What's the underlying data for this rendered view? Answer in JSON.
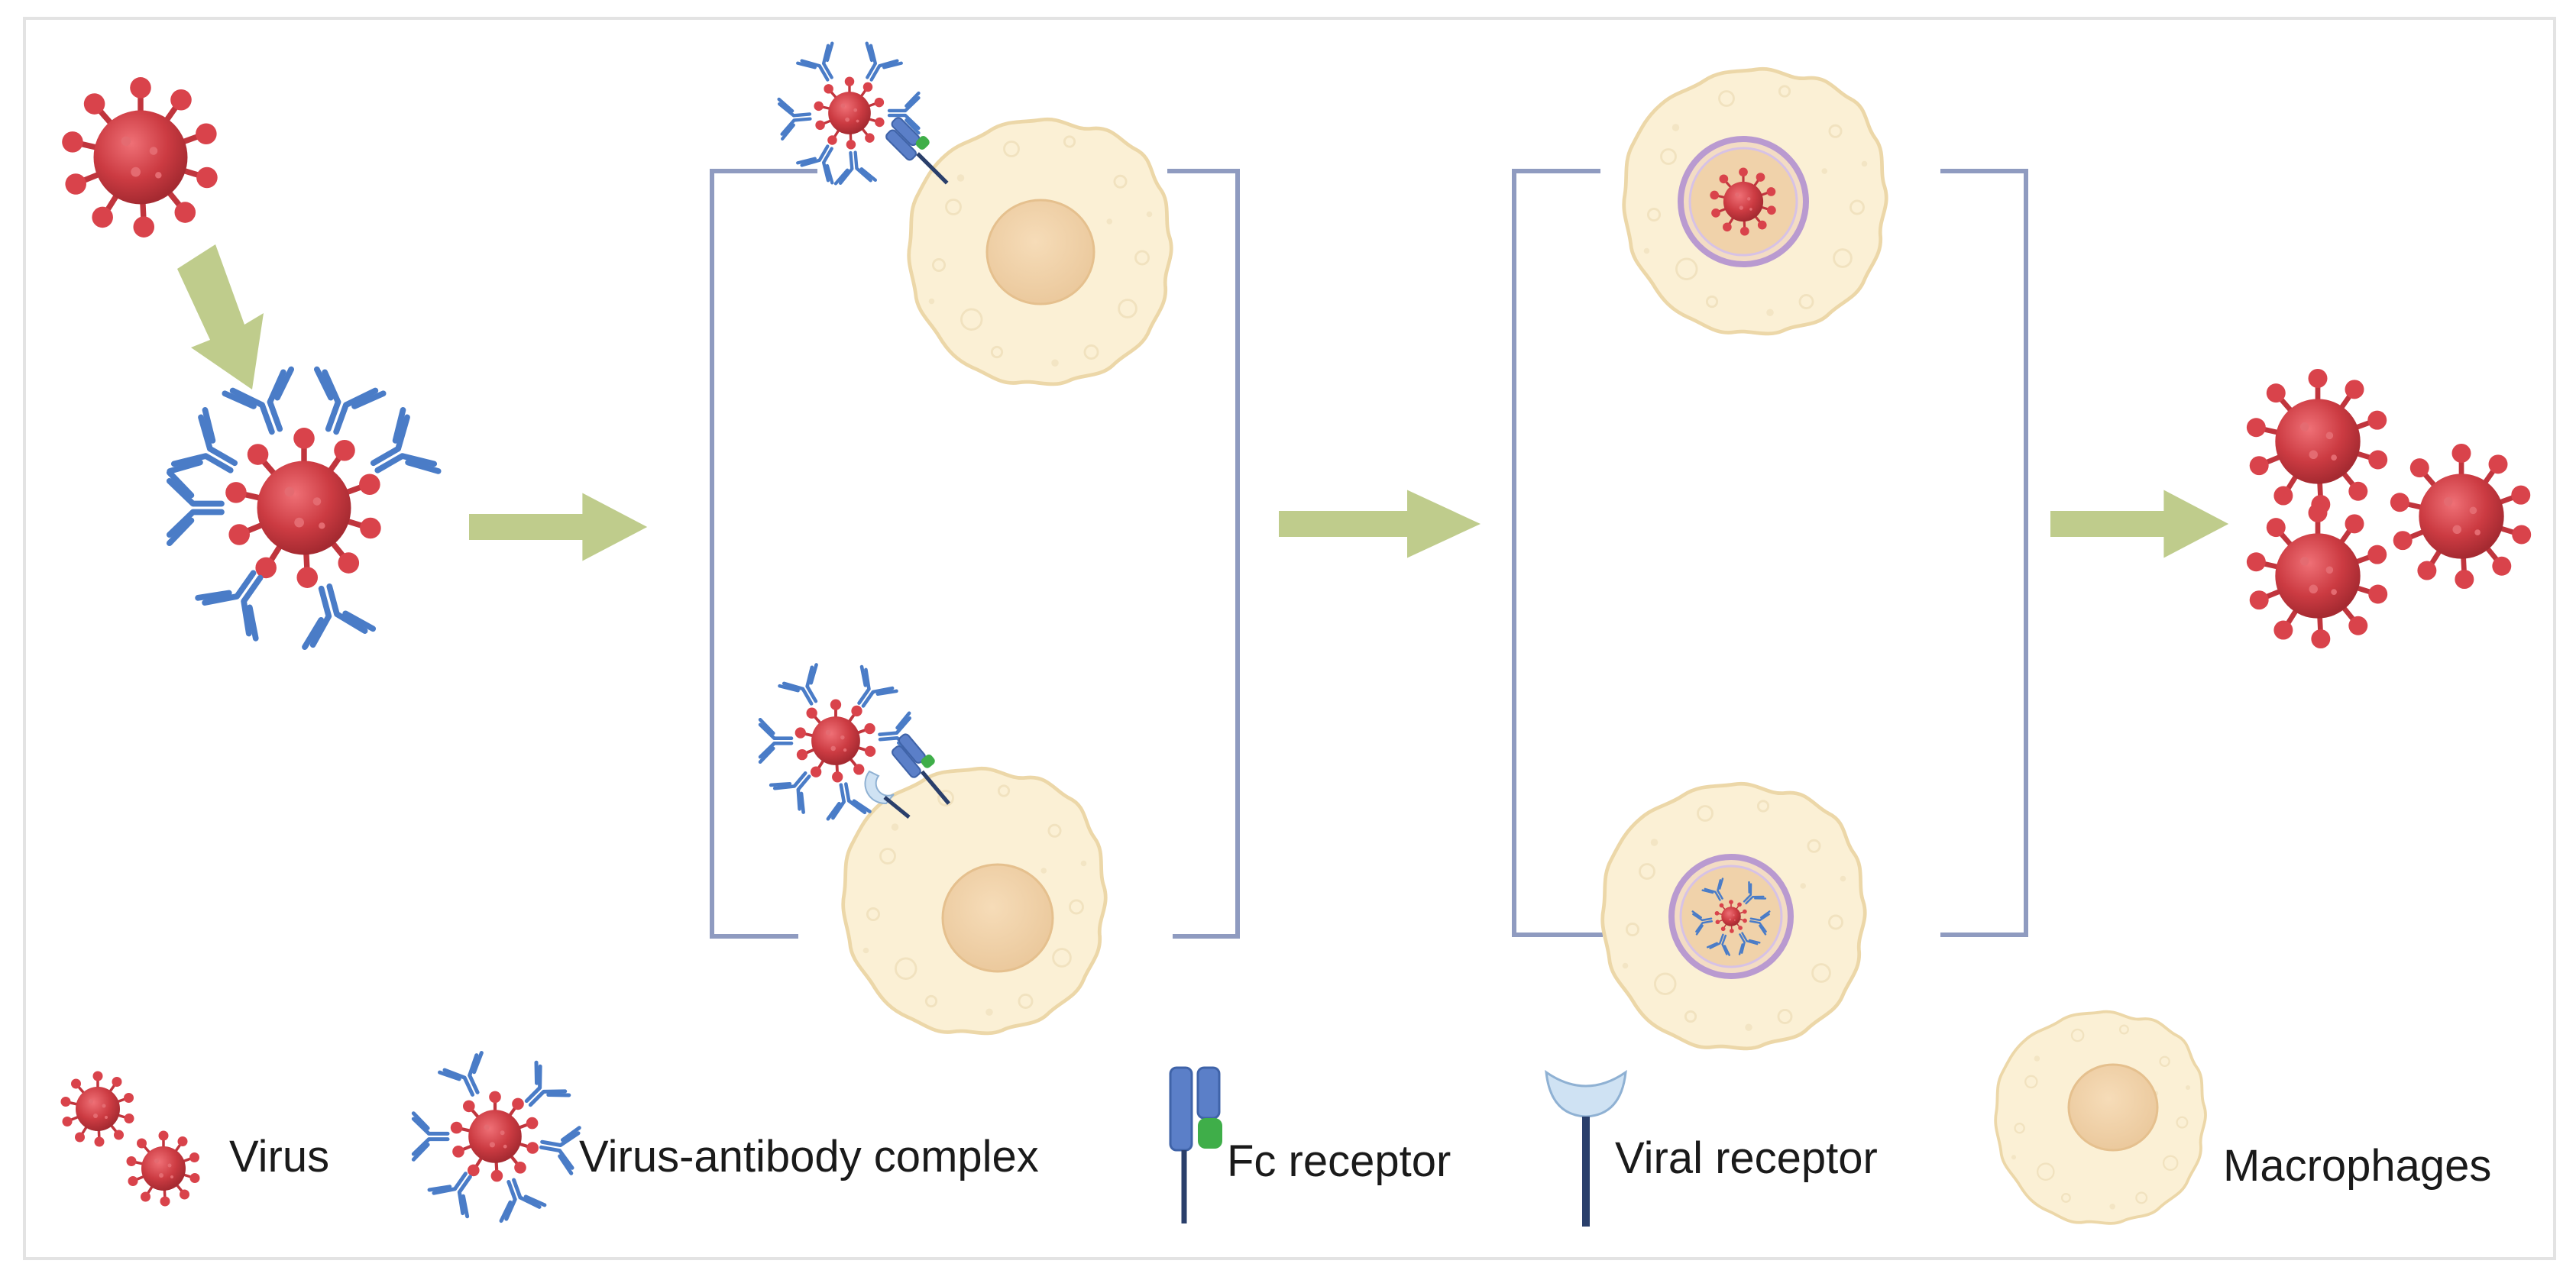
{
  "legend": {
    "virus_label": "Virus",
    "complex_label": "Virus-antibody complex",
    "fc_receptor_label": "Fc receptor",
    "viral_receptor_label": "Viral receptor",
    "macrophage_label": "Macrophages"
  },
  "icons": {
    "virus": "virus-icon",
    "antibody": "antibody-icon",
    "fc_receptor": "fc-receptor-icon",
    "viral_receptor": "viral-receptor-icon",
    "macrophage": "macrophage-cell-icon",
    "arrow": "arrow-icon",
    "bracket": "bracket"
  },
  "colors": {
    "virus_body": "#cc3b42",
    "virus_spike": "#d9434b",
    "antibody": "#4a7cc7",
    "fc_receptor": "#5b7fc8",
    "fc_domain": "#3fae49",
    "viral_receptor": "#c9dff0",
    "cell_fill": "#fbf0d5",
    "cell_stroke": "#ecd7a8",
    "nucleus": "#f0d2aa",
    "vacuole": "#b99ad0",
    "arrow": "#bfcc8c",
    "bracket": "#8f9bc0",
    "frame": "#e3e3e3"
  }
}
